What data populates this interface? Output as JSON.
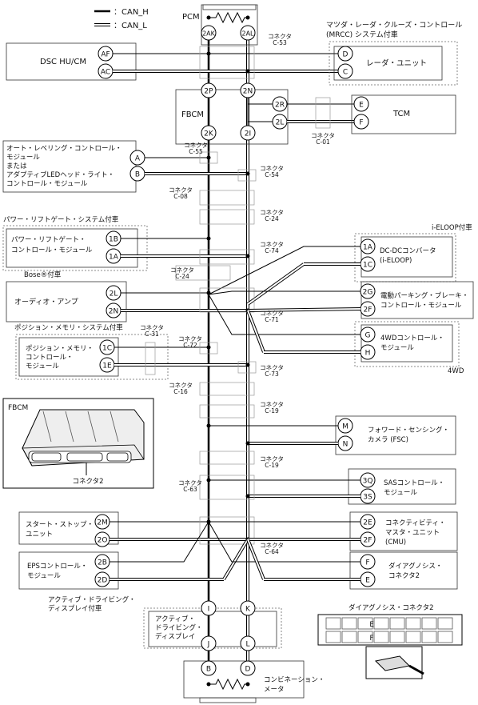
{
  "legend": {
    "can_h": "：CAN_H",
    "can_l": "：CAN_L"
  },
  "modules": {
    "pcm": "PCM",
    "dsc": "DSC HU/CM",
    "mrcc": "マツダ・レーダ・クルーズ・コントロール",
    "mrcc2": "(MRCC) システム付車",
    "radar": "レーダ・ユニット",
    "fbcm": "FBCM",
    "tcm": "TCM",
    "auto_lev": [
      "オート・レベリング・コントロール・",
      "モジュール",
      "または",
      "アダプティブLEDヘッド・ライト・",
      "コントロール・モジュール"
    ],
    "plg_note": "パワー・リフトゲート・システム付車",
    "plg": [
      "パワー・リフトゲート・",
      "コントロール・モジュール"
    ],
    "ieloop_note": "i-ELOOP付車",
    "dcdc": [
      "DC-DCコンバータ",
      "(i-ELOOP)"
    ],
    "bose_note": "Bose®付車",
    "audio": "オーディオ・アンプ",
    "epb": [
      "電動パーキング・ブレーキ・",
      "コントロール・モジュール"
    ],
    "mem_note": "ポジション・メモリ・システム付車",
    "mem": [
      "ポジション・メモリ・",
      "コントロール・",
      "モジュール"
    ],
    "awd": [
      "4WDコントロール・",
      "モジュール"
    ],
    "awd_note": "4WD",
    "fbcm_box_label": "FBCM",
    "fbcm_conn_label": "コネクタ2",
    "fsc": [
      "フォワード・センシング・",
      "カメラ (FSC)"
    ],
    "sas": [
      "SASコントロール・",
      "モジュール"
    ],
    "ss": [
      "スタート・ストップ・",
      "ユニット"
    ],
    "cmu": [
      "コネクティビティ・",
      "マスタ・ユニット",
      "(CMU)"
    ],
    "eps": [
      "EPSコントロール・",
      "モジュール"
    ],
    "diag": [
      "ダイアグノシス・",
      "コネクタ2"
    ],
    "ads_note": [
      "アクティブ・ドライビング・",
      "ディスプレイ付車"
    ],
    "ads": [
      "アクティブ・",
      "ドライビング・",
      "ディスプレイ"
    ],
    "meter": [
      "コンビネーション・",
      "メータ"
    ],
    "dlc_title": "ダイアグノシス・コネクタ2",
    "dlc_e": "E",
    "dlc_f": "F"
  },
  "connector_word": "コネクタ",
  "connectors": [
    "C-53",
    "C-01",
    "C-55",
    "C-54",
    "C-08",
    "C-24",
    "C-74",
    "C-24",
    "C-71",
    "C-31",
    "C-72",
    "C-73",
    "C-16",
    "C-19",
    "C-19",
    "C-63",
    "C-64"
  ],
  "pins": [
    "2AK",
    "2AL",
    "AF",
    "AC",
    "D",
    "C",
    "2P",
    "2N",
    "2R",
    "2L",
    "E",
    "F",
    "2K",
    "2I",
    "A",
    "B",
    "1B",
    "1A",
    "1A",
    "1C",
    "2L",
    "2N",
    "2G",
    "2F",
    "G",
    "H",
    "1C",
    "1E",
    "M",
    "N",
    "3Q",
    "3S",
    "2M",
    "2O",
    "2E",
    "2F",
    "2B",
    "2D",
    "F",
    "E",
    "I",
    "K",
    "J",
    "L",
    "B",
    "D"
  ]
}
